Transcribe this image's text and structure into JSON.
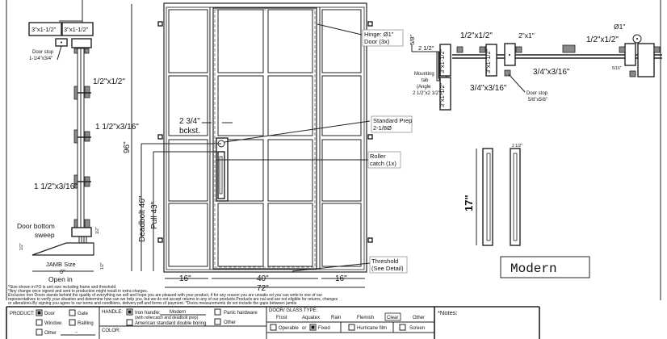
{
  "left_section": {
    "profile_a": "3\"x1-1/2\"",
    "profile_b": "3\"x1-1/2\"",
    "door_stop_label": "Door stop",
    "door_stop_size": "1-1/4\"x3/4\"",
    "bar_1": "1/2\"x1/2\"",
    "bar_2": "1 1/2\"x3/16\"",
    "bar_3": "1 1/2\"x3/16\"",
    "sweep_label_1": "Door bottom",
    "sweep_label_2": "sweep",
    "dim_half_1": "1/2\"",
    "dim_half_2": "1/2\"",
    "dim_half_3": "1/2\"",
    "jamb_label": "JAMB Size",
    "jamb_value": "6\"",
    "open_label": "Open in"
  },
  "elevation": {
    "height": "96\"",
    "deadbolt": "Deadbolt 46\"",
    "pull": "Pull 43\"",
    "backset_value": "2 3/4\"",
    "backset_label": "bckst.",
    "hinge_1": "Hinge: Ø1\"",
    "hinge_2": "Door (3x)",
    "prep_1": "Standard Prep",
    "prep_2": "2-1/8Ø",
    "roller_1": "Roller",
    "roller_2": "catch (1x)",
    "threshold_1": "Threshold",
    "threshold_2": "(See Detail)",
    "width_left": "16\"",
    "width_center": "40\"",
    "width_right": "16\"",
    "width_total": "72\""
  },
  "plan_section": {
    "dim_58": "5/8\"",
    "dim_212": "2 1/2\"",
    "profile_1": "3\"x1-1/2\"",
    "profile_2": "3\"x1-1/2\"",
    "profile_3": "3\"x1-1/2\"",
    "mount_1": "Mounting",
    "mount_2": "tab",
    "mount_3": "(Angle",
    "mount_4": "2 1/2\"x2 1/2\")",
    "bar_a": "1/2\"x1/2\"",
    "bar_b": "3/4\"x3/16\"",
    "bar_c": "3/4\"x3/16\"",
    "bar_d": "1/2\"x1/2\"",
    "stile": "2\"x1\"",
    "stop_1": "Door stop",
    "stop_2": "5/8\"x5/8\"",
    "dia": "Ø1\"",
    "gap": "5/16\""
  },
  "handle_detail": {
    "height": "17\"",
    "small_dim": "2 1/2\"",
    "style_name": "Modern"
  },
  "notes_text": {
    "line1": "*Size shown in PO is unit size including frame and threshold.",
    "line2": "*Any change once signed and sent to production might result in extra charges.",
    "line3": "Exclusive Iron Doors stands behind the quality of everything we sell and hope you are pleased with your product, if for any reason you are unsatis  ed you can write to one of our",
    "line4": "representatives to verify your situation and determine how can we help you, but we do not accept returns in any of our products.Products are   nal and are not eligible for returns, changes",
    "line5": "or alterations.By signing you agree to our terms and conditions, delivery pdf and forms of payment. *Doors measurements do not include the gaps between jambs"
  },
  "form": {
    "product_label": "PRODUCT:",
    "product_options": [
      {
        "label": "Door",
        "checked": true
      },
      {
        "label": "Gate",
        "checked": false
      },
      {
        "label": "Window",
        "checked": false
      },
      {
        "label": "Railling",
        "checked": false
      },
      {
        "label": "Other",
        "checked": false
      }
    ],
    "other_value": "--",
    "handle_label": "HANDLE:",
    "handle_iron": "Iron handle:",
    "handle_iron_value": "Modern",
    "handle_iron_note": "(with rollercatch and deadbolt prep)",
    "handle_american": "American standard double boring",
    "handle_panic": "Panic hardware",
    "handle_other": "Other",
    "handle_iron_checked": true,
    "color_label": "COLOR:",
    "glass_label": "DOOR/ GLASS TYPE:",
    "glass_types": [
      "Frost",
      "Aquatex",
      "Rain",
      "Flemish",
      "Clear",
      "Other"
    ],
    "glass_selected": "Clear",
    "operable": "Operable",
    "or": "or",
    "fixed": "Fixed",
    "fixed_checked": true,
    "hurricane": "Hurricane film",
    "screen": "Screen",
    "notes_label": "*Notes:"
  }
}
